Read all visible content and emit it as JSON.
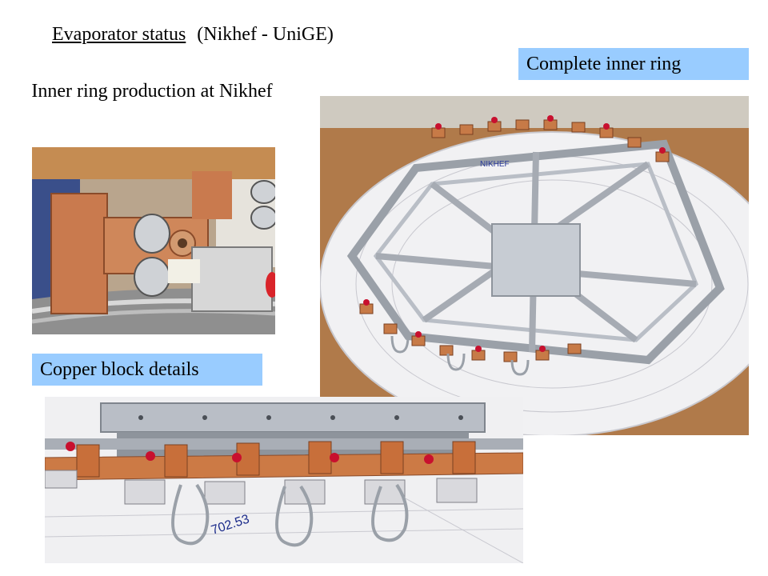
{
  "slide": {
    "title": "Evaporator status",
    "subtitle": "(Nikhef - UniGE)",
    "caption_inner_ring": "Inner ring production at Nikhef",
    "label_complete_ring": "Complete inner ring",
    "label_copper_block": "Copper block details"
  },
  "photos": {
    "ring_tag": "NIKHEF",
    "detail_tag": "702.53"
  }
}
